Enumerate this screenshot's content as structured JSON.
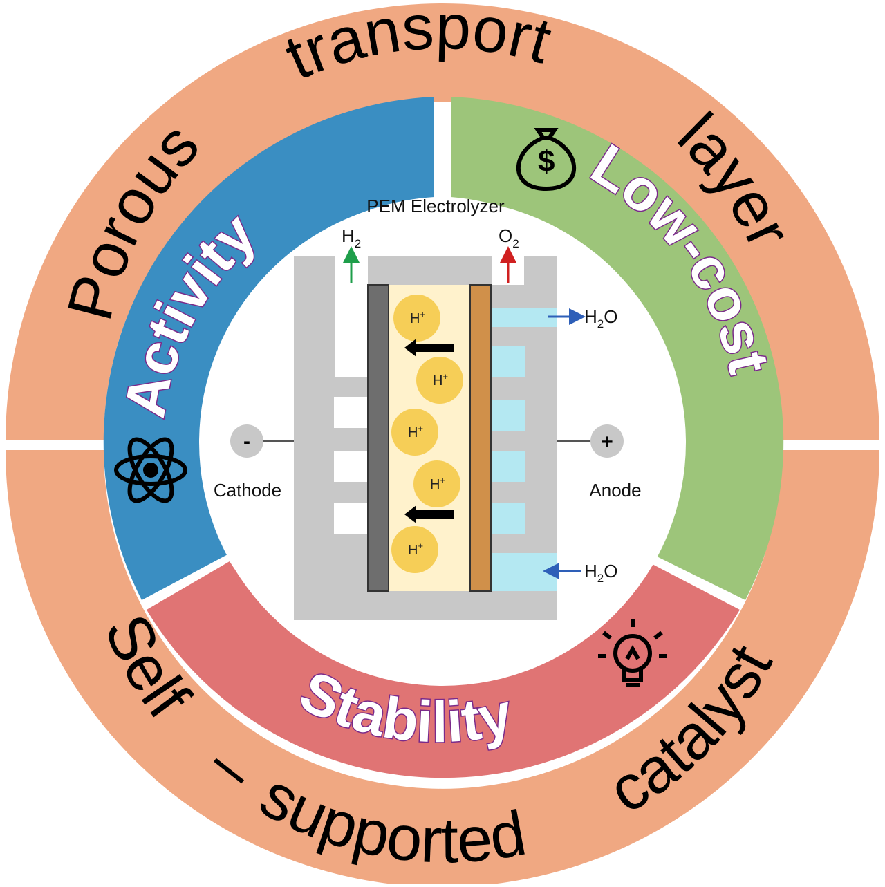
{
  "outer_ring": {
    "top_words": [
      "Porous",
      "transport",
      "layer"
    ],
    "bottom_words": [
      "Self",
      "–",
      "supported",
      "catalyst"
    ],
    "color": "#F0A882"
  },
  "segments": {
    "activity": {
      "label": "Activity",
      "color": "#3A8EC2",
      "icon": "atom-icon"
    },
    "low_cost": {
      "label": "Low-cost",
      "color": "#9DC57A",
      "icon": "money-bag-icon"
    },
    "stability": {
      "label": "Stability",
      "color": "#E07474",
      "icon": "lightbulb-icon"
    }
  },
  "cell": {
    "title": "PEM Electrolyzer",
    "h2_out": "H",
    "h2_sub": "2",
    "o2_out": "O",
    "o2_sub": "2",
    "water_out": "H",
    "water_out_sub": "2",
    "water_out_tail": "O",
    "water_in": "H",
    "water_in_sub": "2",
    "water_in_tail": "O",
    "cathode_label": "Cathode",
    "anode_label": "Anode",
    "cathode_sign": "-",
    "anode_sign": "+",
    "proton_label": "H",
    "proton_sup": "+",
    "proton_count": 5
  },
  "colors": {
    "flow_plate": "#C8C8C8",
    "membrane": "#FFF2CC",
    "cathode_layer": "#6E6E6E",
    "anode_layer": "#D0904A",
    "water_channel": "#B4E8F2",
    "proton": "#F5C842",
    "h2_arrow": "#1E9E4A",
    "o2_arrow": "#D02020",
    "water_arrow": "#2E5FB8"
  }
}
